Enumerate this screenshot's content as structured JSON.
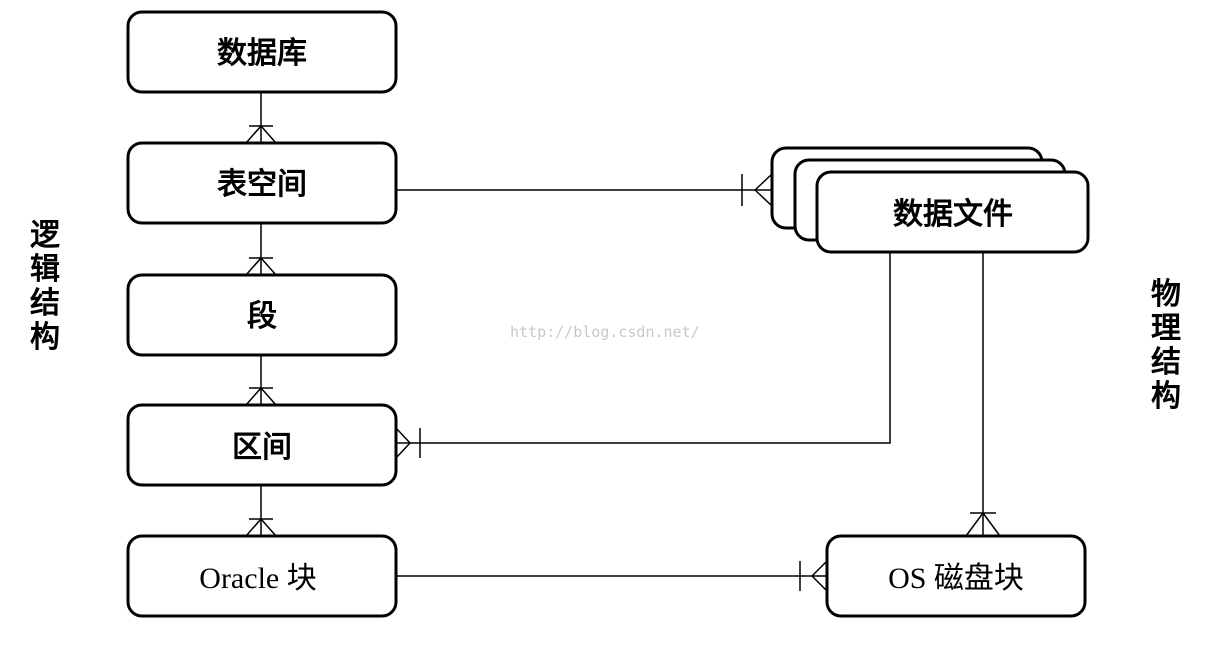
{
  "boxes": {
    "database": "数据库",
    "tablespace": "表空间",
    "segment": "段",
    "extent": "区间",
    "oracle_block": "Oracle 块",
    "datafile": "数据文件",
    "os_block": "OS 磁盘块"
  },
  "labels": {
    "logical": [
      "逻",
      "辑",
      "结",
      "构"
    ],
    "physical": [
      "物",
      "理",
      "结",
      "构"
    ]
  },
  "watermark": "http://blog.csdn.net/",
  "colors": {
    "stroke": "#000000",
    "background": "#ffffff",
    "watermark": "#c9c9c9"
  }
}
